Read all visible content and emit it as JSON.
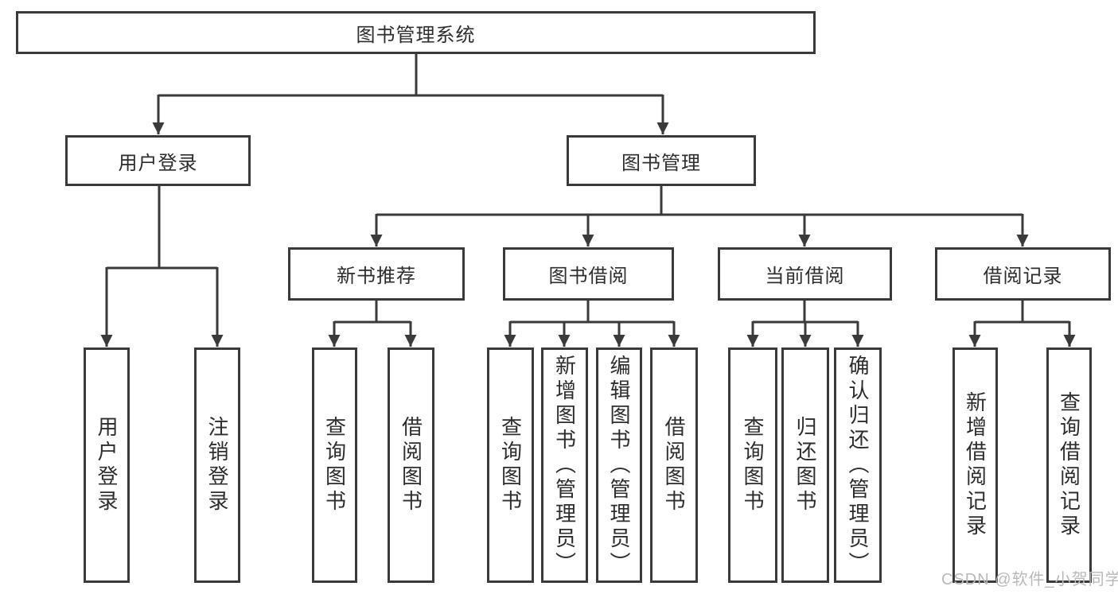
{
  "diagram": {
    "root": "图书管理系统",
    "branches": [
      {
        "label": "用户登录",
        "children": [
          "用户登录",
          "注销登录"
        ]
      },
      {
        "label": "图书管理",
        "sections": [
          {
            "label": "新书推荐",
            "children": [
              "查询图书",
              "借阅图书"
            ]
          },
          {
            "label": "图书借阅",
            "children": [
              "查询图书",
              "新增图书（管理员）",
              "编辑图书（管理员）",
              "借阅图书"
            ]
          },
          {
            "label": "当前借阅",
            "children": [
              "查询图书",
              "归还图书",
              "确认归还（管理员）"
            ]
          },
          {
            "label": "借阅记录",
            "children": [
              "新增借阅记录",
              "查询借阅记录"
            ]
          }
        ]
      }
    ]
  },
  "watermark": "CSDN @软件_小贺同学",
  "colors": {
    "line": "#3a3a3a",
    "text": "#2d2d2d",
    "background": "#ffffff",
    "watermark": "#b9b9b9"
  }
}
